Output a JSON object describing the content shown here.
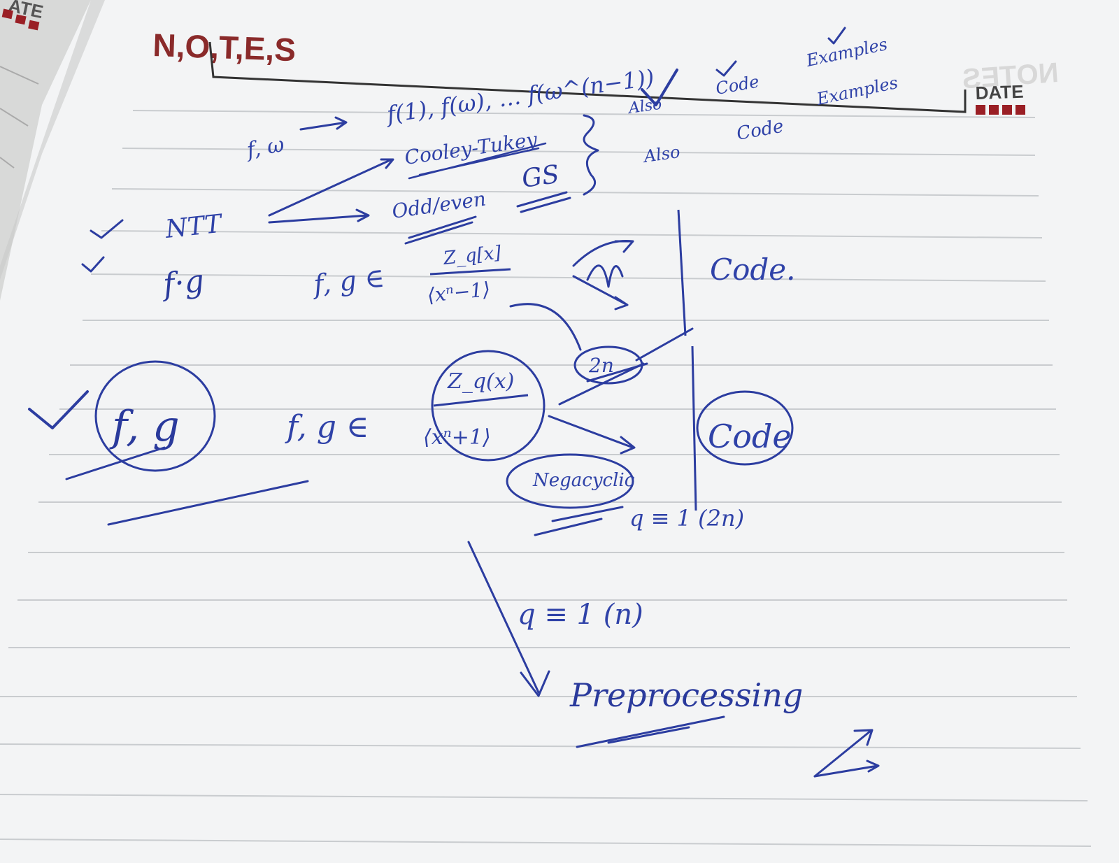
{
  "printed": {
    "left_page_date": "ATE",
    "notes_heading": "N,O,T,E,S",
    "date_label": "DATE",
    "mirrored_header": "NOTES"
  },
  "handwriting": {
    "top_row_formula": "f(1), f(ω), … f(ω^(n−1))",
    "cooley_tukey": "Cooley-Tukey",
    "gs": "GS",
    "odd_even": "Odd/even",
    "f_omega": "f, ω",
    "also_1": "Also",
    "also_2": "Also",
    "code_1": "Code",
    "code_2": "Code",
    "examples_1": "Examples",
    "examples_2": "Examples",
    "ntt": "NTT",
    "f_dot_g": "f·g",
    "fg_in_1": "f, g ∈",
    "ring_1_num": "Z_q[x]",
    "ring_1_den": "⟨xⁿ−1⟩",
    "code_right_1": "Code.",
    "two_n": "2n",
    "f_g": "f, g",
    "fg_in_2": "f, g ∈",
    "ring_2_num": "Z_q(x)",
    "ring_2_den": "⟨xⁿ+1⟩",
    "negacyclic": "Negacyclic",
    "code_right_2": "Code",
    "q_mod_2n": "q ≡ 1 (2n)",
    "q_mod_n": "q ≡ 1 (n)",
    "preprocessing": "Preprocessing"
  },
  "colors": {
    "ink": "#2a3a9c",
    "paper": "#f2f3f4",
    "printed_red": "#8a2a2a",
    "printed_gray": "#555555"
  }
}
